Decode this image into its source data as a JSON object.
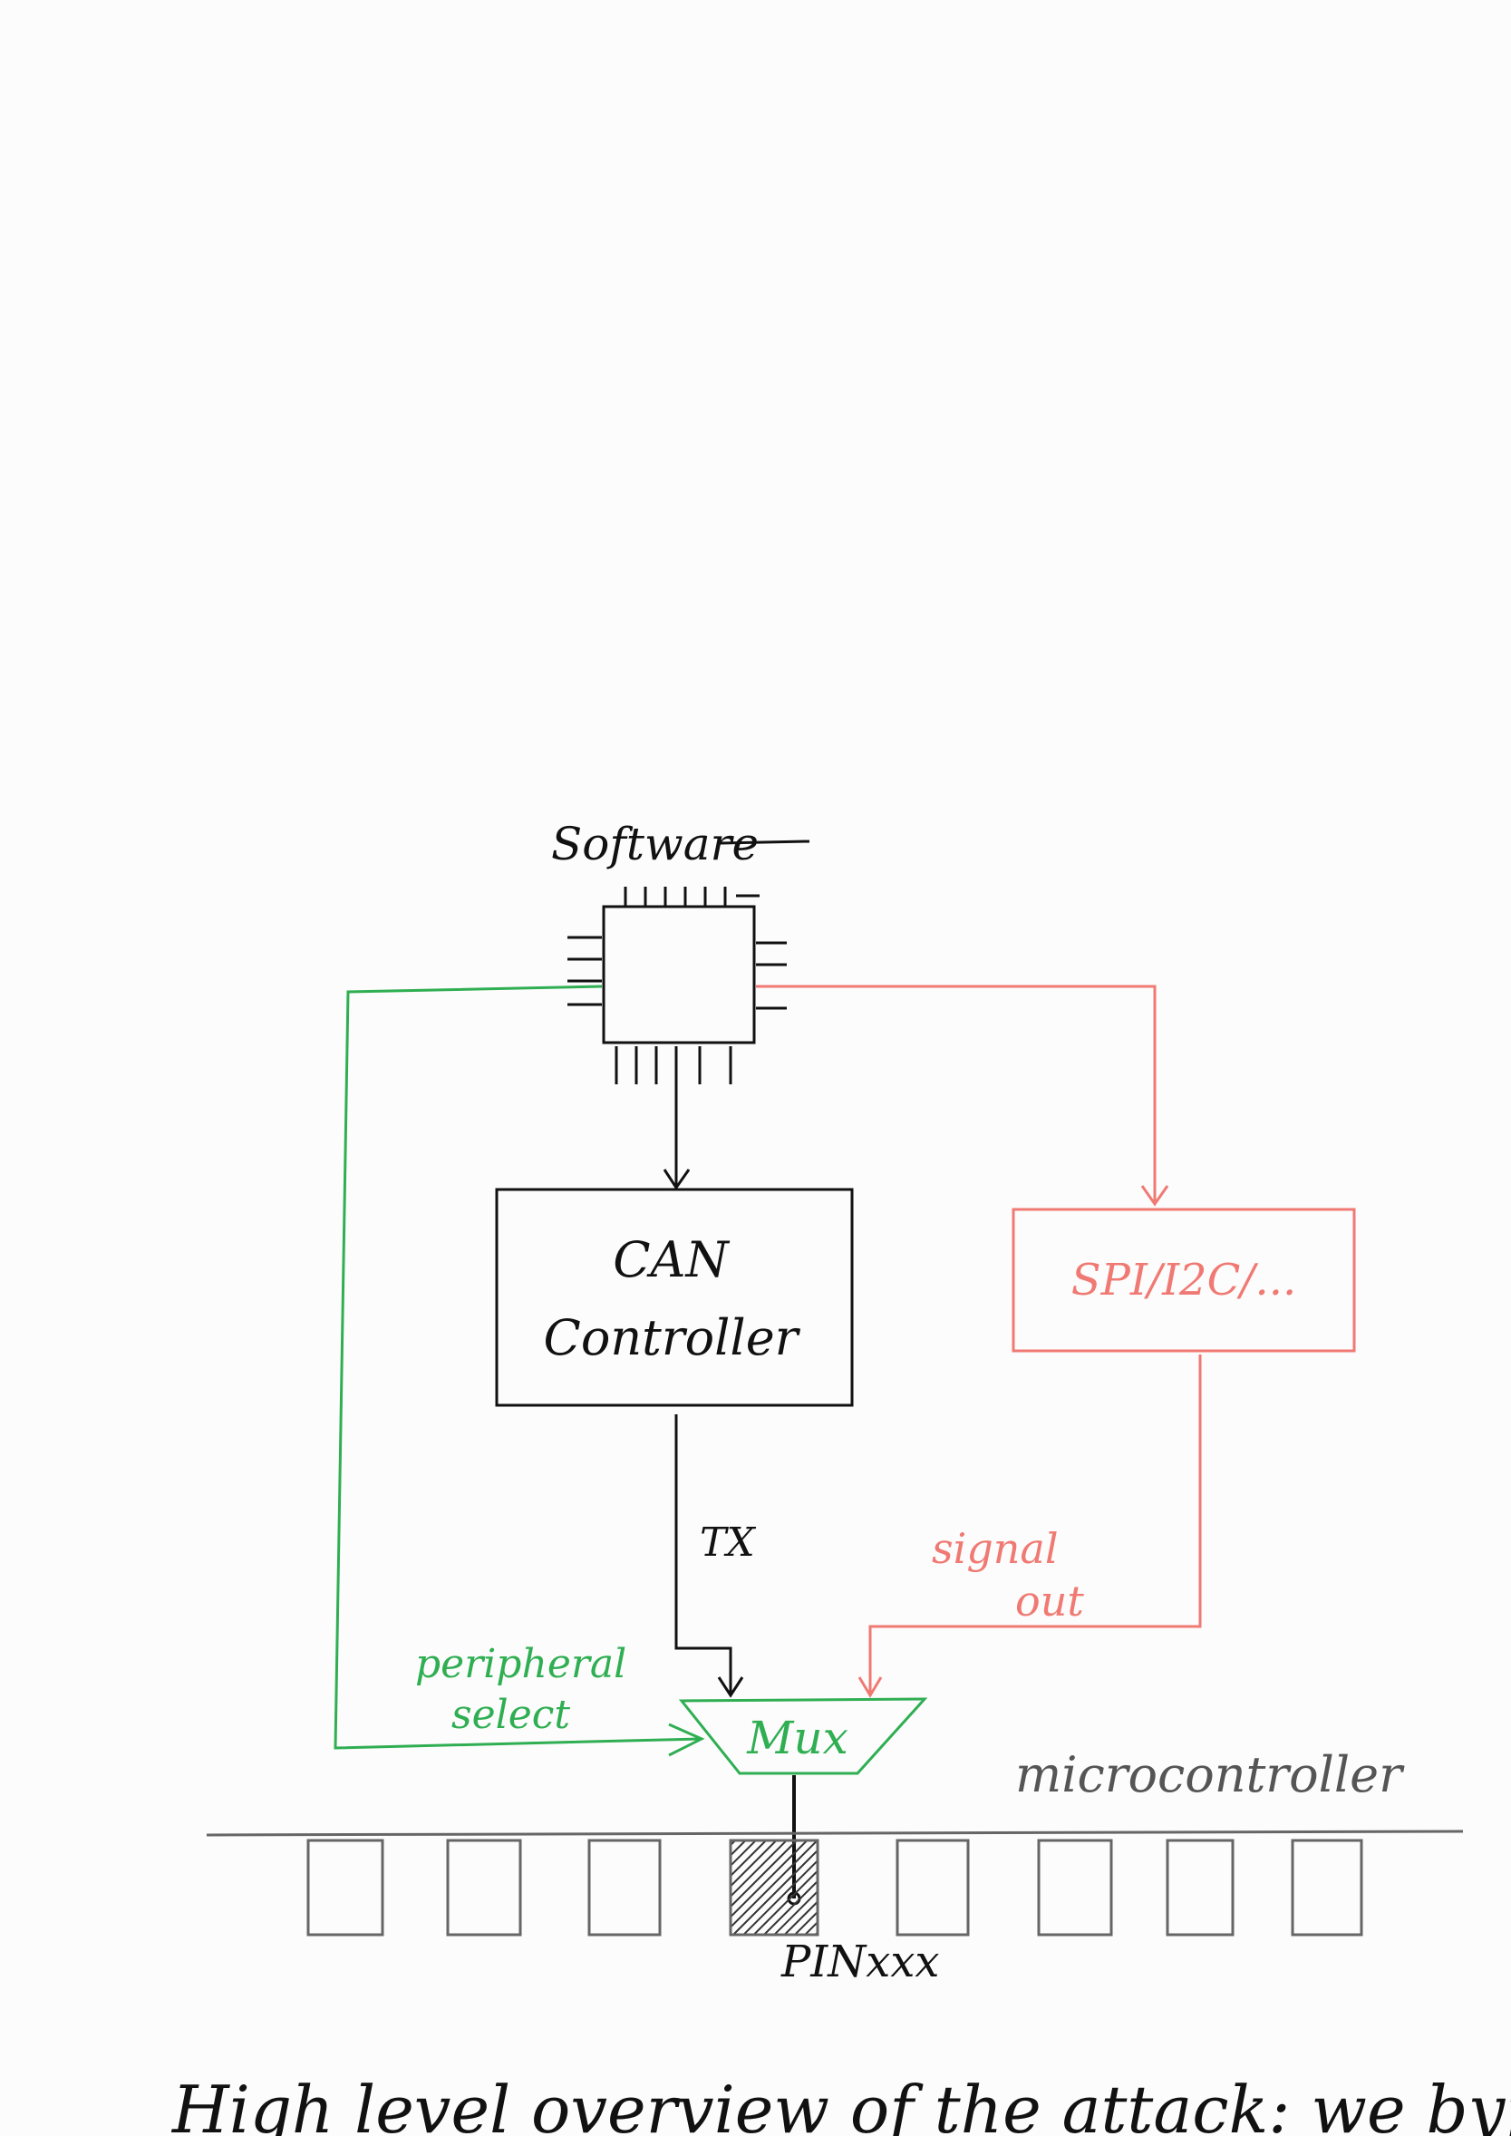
{
  "labels": {
    "software": "Software",
    "can_controller_line1": "CAN",
    "can_controller_line2": "Controller",
    "spi": "SPI/I2C/...",
    "tx": "TX",
    "signal_out_line1": "signal",
    "signal_out_line2": "out",
    "peripheral_select_line1": "peripheral",
    "peripheral_select_line2": "select",
    "mux": "Mux",
    "microcontroller": "microcontroller",
    "pin": "PINxxx",
    "caption": "High level overview of the attack: we bypass the"
  },
  "colors": {
    "ink": "#111111",
    "green": "#2fae52",
    "red": "#f07a73",
    "gray": "#666666"
  }
}
